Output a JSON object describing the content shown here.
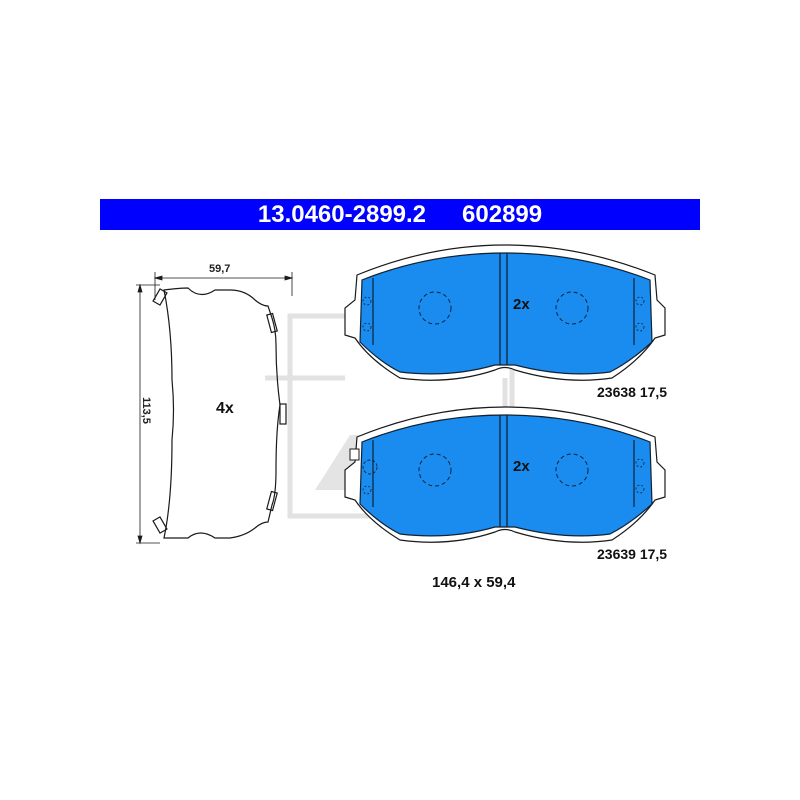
{
  "header": {
    "part_number": "13.0460-2899.2",
    "short_number": "602899",
    "banner_color": "#0000ff"
  },
  "shim": {
    "width_label": "59,7",
    "height_label": "113,5",
    "quantity": "4x"
  },
  "pads": [
    {
      "quantity": "2x",
      "code": "23638 17,5"
    },
    {
      "quantity": "2x",
      "code": "23639 17,5"
    }
  ],
  "overall_dimensions": "146,4 x 59,4",
  "colors": {
    "pad_fill": "#1a8cf0",
    "outline": "#1a1a1a",
    "watermark": "#e4e4e4"
  },
  "watermark": {
    "logo_icon": "ate-logo-icon"
  }
}
